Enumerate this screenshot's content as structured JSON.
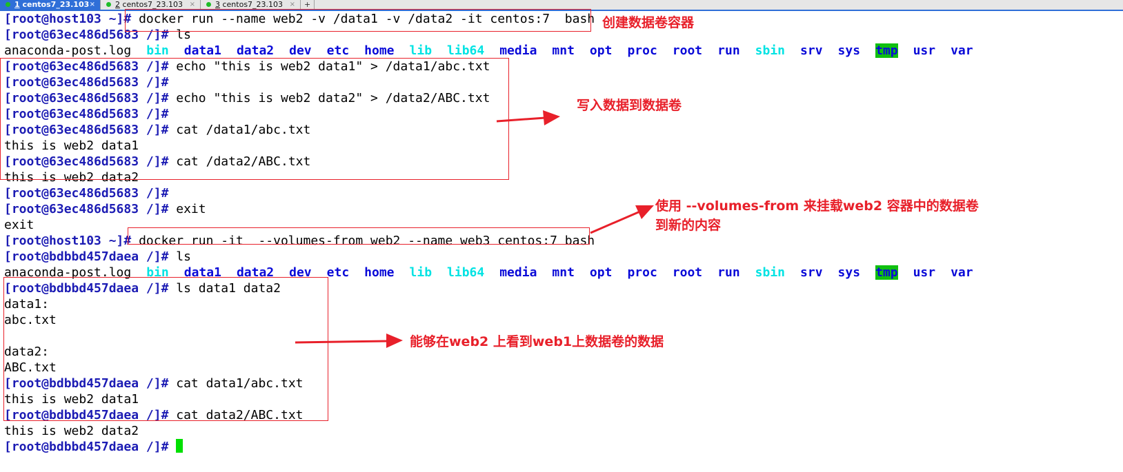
{
  "tabs": [
    {
      "num": "1",
      "rest": " centos7_23.103",
      "active": true
    },
    {
      "num": "2",
      "rest": " centos7_23.103",
      "active": false
    },
    {
      "num": "3",
      "rest": " centos7_23.103",
      "active": false
    }
  ],
  "tab_close": "×",
  "tab_add": "+",
  "terminal": {
    "l1_prompt": "[root@host103 ~]#",
    "l1_cmd": " docker run --name web2 -v /data1 -v /data2 -it centos:7  bash",
    "l2_prompt": "[root@63ec486d5683 /]#",
    "l2_cmd": " ls",
    "ls_first": "anaconda-post.log",
    "ls_dirs": [
      "bin",
      "data1",
      "data2",
      "dev",
      "etc",
      "home",
      "lib",
      "lib64",
      "media",
      "mnt",
      "opt",
      "proc",
      "root",
      "run",
      "sbin",
      "srv",
      "sys",
      "tmp",
      "usr",
      "var"
    ],
    "l4_prompt": "[root@63ec486d5683 /]#",
    "l4_cmd": " echo \"this is web2 data1\" > /data1/abc.txt",
    "l5_prompt": "[root@63ec486d5683 /]#",
    "l6_prompt": "[root@63ec486d5683 /]#",
    "l6_cmd": " echo \"this is web2 data2\" > /data2/ABC.txt",
    "l7_prompt": "[root@63ec486d5683 /]#",
    "l8_prompt": "[root@63ec486d5683 /]#",
    "l8_cmd": " cat /data1/abc.txt",
    "l9_out": "this is web2 data1",
    "l10_prompt": "[root@63ec486d5683 /]#",
    "l10_cmd": " cat /data2/ABC.txt",
    "l11_out": "this is web2 data2",
    "l12_prompt": "[root@63ec486d5683 /]#",
    "l13_prompt": "[root@63ec486d5683 /]#",
    "l13_cmd": " exit",
    "l14_out": "exit",
    "l15_prompt": "[root@host103 ~]#",
    "l15_cmd": " docker run -it  --volumes-from web2 --name web3 centos:7 bash",
    "l16_prompt": "[root@bdbbd457daea /]#",
    "l16_cmd": " ls",
    "l18_prompt": "[root@bdbbd457daea /]#",
    "l18_cmd": " ls data1 data2",
    "l19_out": "data1:",
    "l20_out": "abc.txt",
    "l22_out": "data2:",
    "l23_out": "ABC.txt",
    "l24_prompt": "[root@bdbbd457daea /]#",
    "l24_cmd": " cat data1/abc.txt",
    "l25_out": "this is web2 data1",
    "l26_prompt": "[root@bdbbd457daea /]#",
    "l26_cmd": " cat data2/ABC.txt",
    "l27_out": "this is web2 data2",
    "l28_prompt": "[root@bdbbd457daea /]#"
  },
  "annotations": {
    "a1": "创建数据卷容器",
    "a2": "写入数据到数据卷",
    "a3_line1": "使用 --volumes-from 来挂载web2 容器中的数据卷",
    "a3_line2": "到新的内容",
    "a4": "能够在web2 上看到web1上数据卷的数据"
  },
  "colors": {
    "prompt": "#1c1cb4",
    "dir": "#0a0ad8",
    "dir_cyan": "#00e3e3",
    "tmp_bg": "#10c010",
    "cursor": "#00e000",
    "annotation": "#e8202a",
    "tab_active": "#2f6fd8"
  },
  "icons": {
    "tab_status": "green-dot-icon",
    "tab_close": "close-icon",
    "tab_add": "plus-icon",
    "arrows": "red-arrow-icon"
  }
}
